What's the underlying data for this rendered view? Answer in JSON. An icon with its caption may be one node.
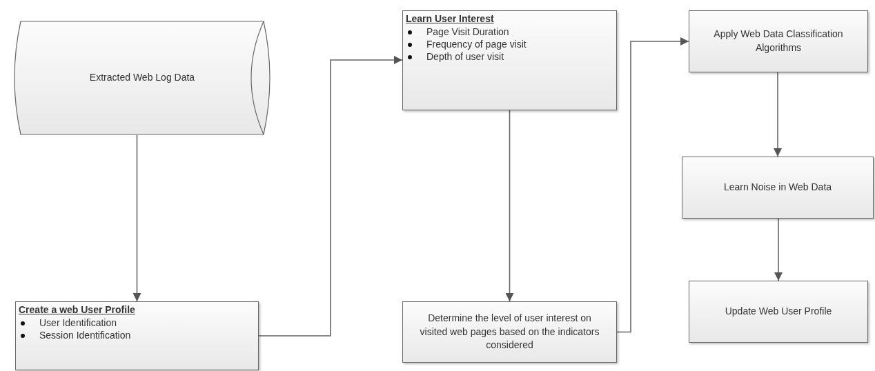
{
  "diagram": {
    "nodes": [
      {
        "text": [
          "Extracted Web Log Data"
        ]
      },
      {
        "text": [
          "Create a web User Profile",
          "User Identification",
          "Session Identification"
        ]
      },
      {
        "text": [
          "Learn User Interest",
          "Page Visit Duration",
          "Frequency of page visit",
          "Depth of user visit"
        ]
      },
      {
        "text": [
          "Determine the level of user interest on visited web pages based on the indicators considered"
        ]
      },
      {
        "text": [
          "Apply Web Data Classification Algorithms"
        ]
      },
      {
        "text": [
          "Learn Noise in Web Data"
        ]
      },
      {
        "text": [
          "Update Web User Profile"
        ]
      }
    ],
    "edges": [
      {
        "from": 0,
        "to": 1,
        "arrow": "to"
      },
      {
        "from": 1,
        "to": 2,
        "arrow": "to"
      },
      {
        "from": 2,
        "to": 3,
        "arrow": "to"
      },
      {
        "from": 3,
        "to": 4,
        "arrow": "to"
      },
      {
        "from": 4,
        "to": 5,
        "arrow": "to"
      },
      {
        "from": 5,
        "to": 6,
        "arrow": "to"
      }
    ]
  }
}
